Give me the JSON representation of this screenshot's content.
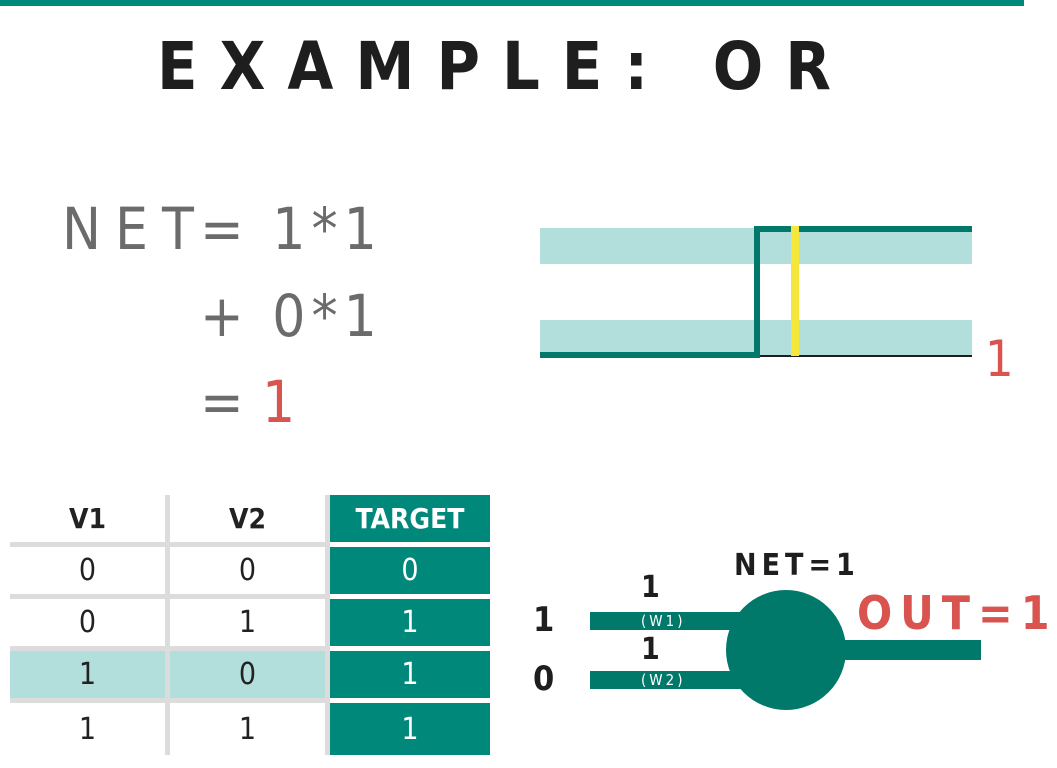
{
  "title": "EXAMPLE: OR",
  "equation": {
    "lhs": "NET",
    "line1": "= 1*1",
    "line2": "+ 0*1",
    "line3_eq": "=",
    "line3_value": "1"
  },
  "step_function": {
    "output": "1"
  },
  "truth_table": {
    "headers": [
      "V1",
      "V2",
      "TARGET"
    ],
    "rows": [
      [
        "0",
        "0",
        "0"
      ],
      [
        "0",
        "1",
        "1"
      ],
      [
        "1",
        "0",
        "1"
      ],
      [
        "1",
        "1",
        "1"
      ]
    ],
    "highlighted_row": 2
  },
  "perceptron": {
    "input1": "1",
    "input2": "0",
    "weight1": "1",
    "weight1_tag": "(W1)",
    "weight2": "1",
    "weight2_tag": "(W2)",
    "net_label": "NET=1",
    "out_label": "OUT=1"
  },
  "colors": {
    "teal": "#00897b",
    "light_teal": "#b2dfdb",
    "red": "#d9534f",
    "yellow": "#f5e63c",
    "dark": "#1e1e1e"
  }
}
